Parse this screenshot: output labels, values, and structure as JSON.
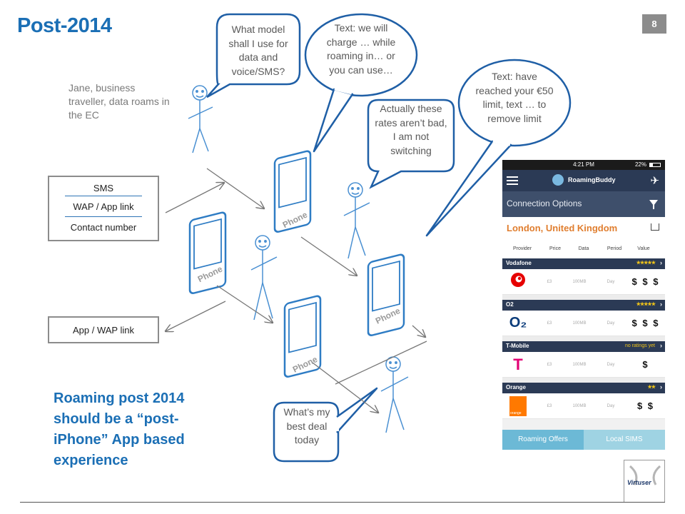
{
  "slide": {
    "title": "Post-2014",
    "page_number": "8"
  },
  "annotations": {
    "jane": "Jane, business traveller, data roams in the EC",
    "conclusion": "Roaming post 2014 should be a “post-iPhone” App based experience"
  },
  "bubbles": {
    "model_question": "What model shall I use for data and voice/SMS?",
    "charge_text": "Text: we will charge … while roaming in… or you can use…",
    "limit_text": "Text: have reached your €50 limit, text … to remove limit",
    "rates_ok": "Actually these rates aren’t bad, I am not switching",
    "best_deal": "What’s my best deal today"
  },
  "left_boxes": {
    "channels": [
      "SMS",
      "WAP / App link",
      "Contact  number"
    ],
    "app_link": "App / WAP link"
  },
  "phones": {
    "label": "Phone"
  },
  "app_screen": {
    "status_time": "4:21 PM",
    "battery": "22%",
    "brand": "RoamingBuddy",
    "section": "Connection Options",
    "location": "London, United Kingdom",
    "columns": [
      "Provider",
      "Price",
      "Data",
      "Period",
      "Value"
    ],
    "providers": [
      {
        "name": "Vodafone",
        "rating": "★★★★★",
        "price": "£3",
        "data": "100MB",
        "period": "Day",
        "value": "$ $ $"
      },
      {
        "name": "O2",
        "rating": "★★★★★",
        "price": "£3",
        "data": "100MB",
        "period": "Day",
        "value": "$ $ $"
      },
      {
        "name": "T-Mobile",
        "rating": "no ratings yet",
        "price": "£3",
        "data": "100MB",
        "period": "Day",
        "value": "$"
      },
      {
        "name": "Orange",
        "rating": "★★",
        "price": "£3",
        "data": "100MB",
        "period": "Day",
        "value": "$ $"
      }
    ],
    "tabs": [
      "Roaming Offers",
      "Local SIMS"
    ],
    "logo_marks": {
      "o2": "O₂",
      "tmobile": "T",
      "orange": "orange"
    }
  },
  "logo": {
    "text": "Virtuser"
  },
  "colors": {
    "accent_blue": "#1b6fb5",
    "phone_blue": "#2e7cc4",
    "app_navy": "#2b3a55",
    "app_orange": "#e07e2f",
    "tab_active": "#6cb9d6",
    "tab_inactive": "#9fd3e3"
  }
}
